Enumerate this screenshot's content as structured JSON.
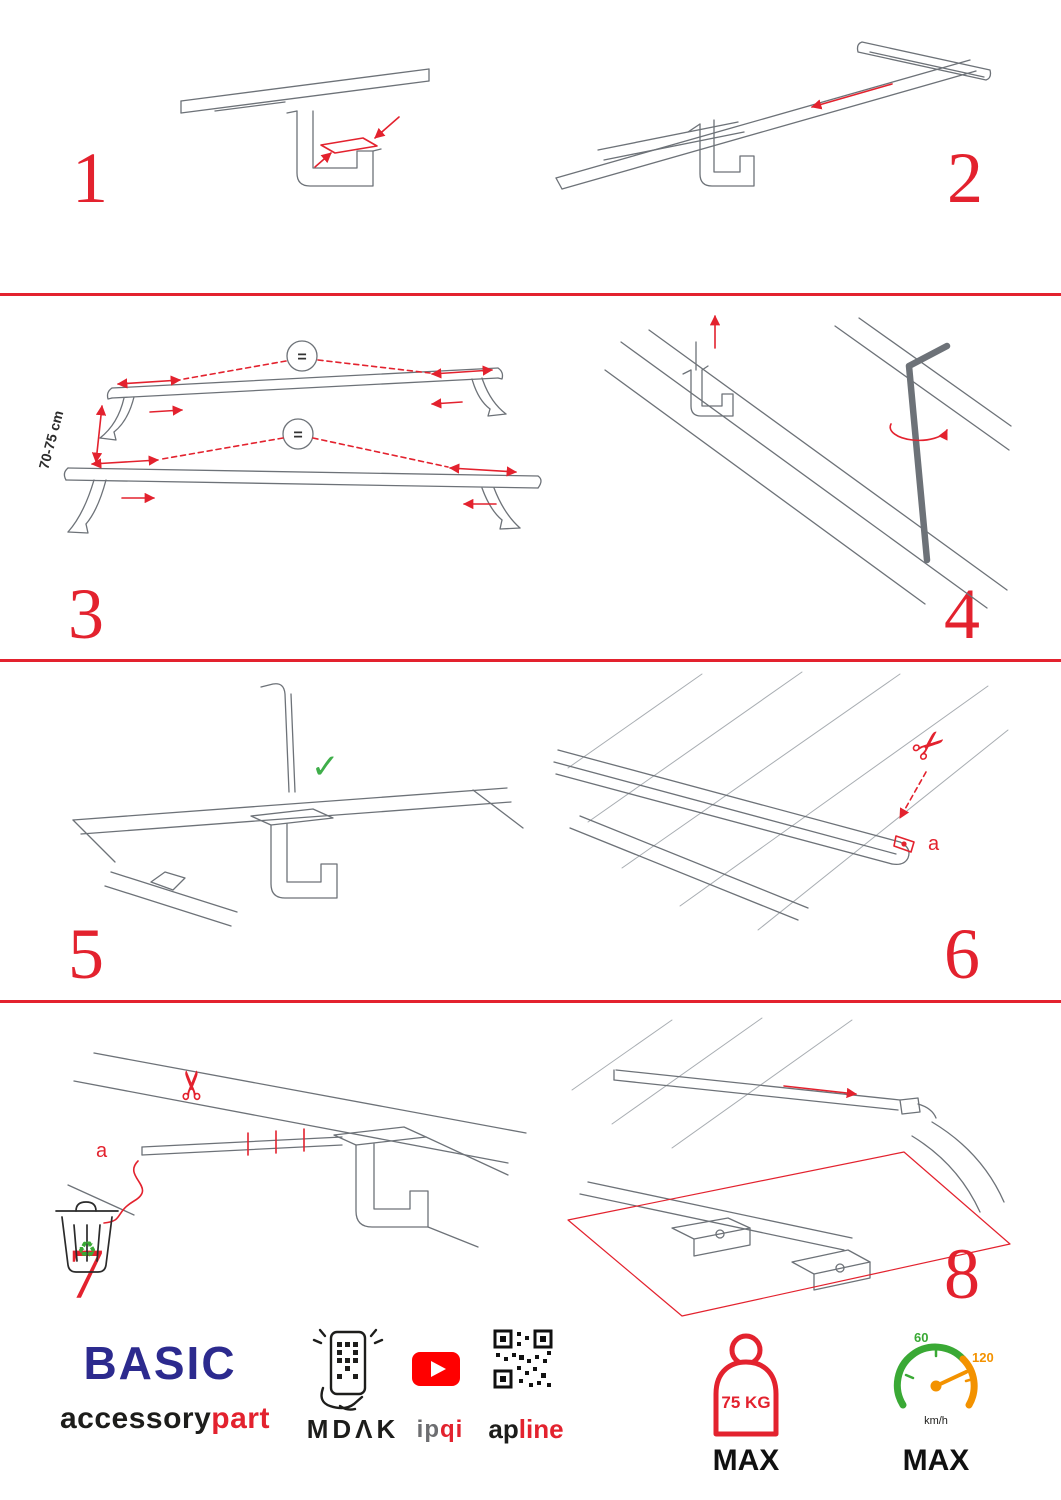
{
  "page": {
    "accent": "#e3222e",
    "background": "#ffffff"
  },
  "icons": {
    "scissors": "✂",
    "recycle": "♻"
  },
  "steps": [
    {
      "number": "1"
    },
    {
      "number": "2"
    },
    {
      "number": "3",
      "dimension_label": "70-75 cm",
      "equal_sign": "="
    },
    {
      "number": "4"
    },
    {
      "number": "5",
      "check_mark": "✓"
    },
    {
      "number": "6",
      "cut_label": "a"
    },
    {
      "number": "7",
      "cut_label": "a"
    },
    {
      "number": "8"
    }
  ],
  "footer": {
    "brand_title": "BASIC",
    "brand_sub": {
      "black": "accessory",
      "red": "part"
    },
    "mdak_label": "MDΛK",
    "ipqi": {
      "gray": "ip",
      "red": "qi"
    },
    "apline": {
      "black": "ap",
      "red": "line"
    },
    "weight": {
      "value": "75 KG",
      "max": "MAX"
    },
    "speed": {
      "low": "60",
      "high": "120",
      "unit": "km/h",
      "max": "MAX"
    }
  }
}
